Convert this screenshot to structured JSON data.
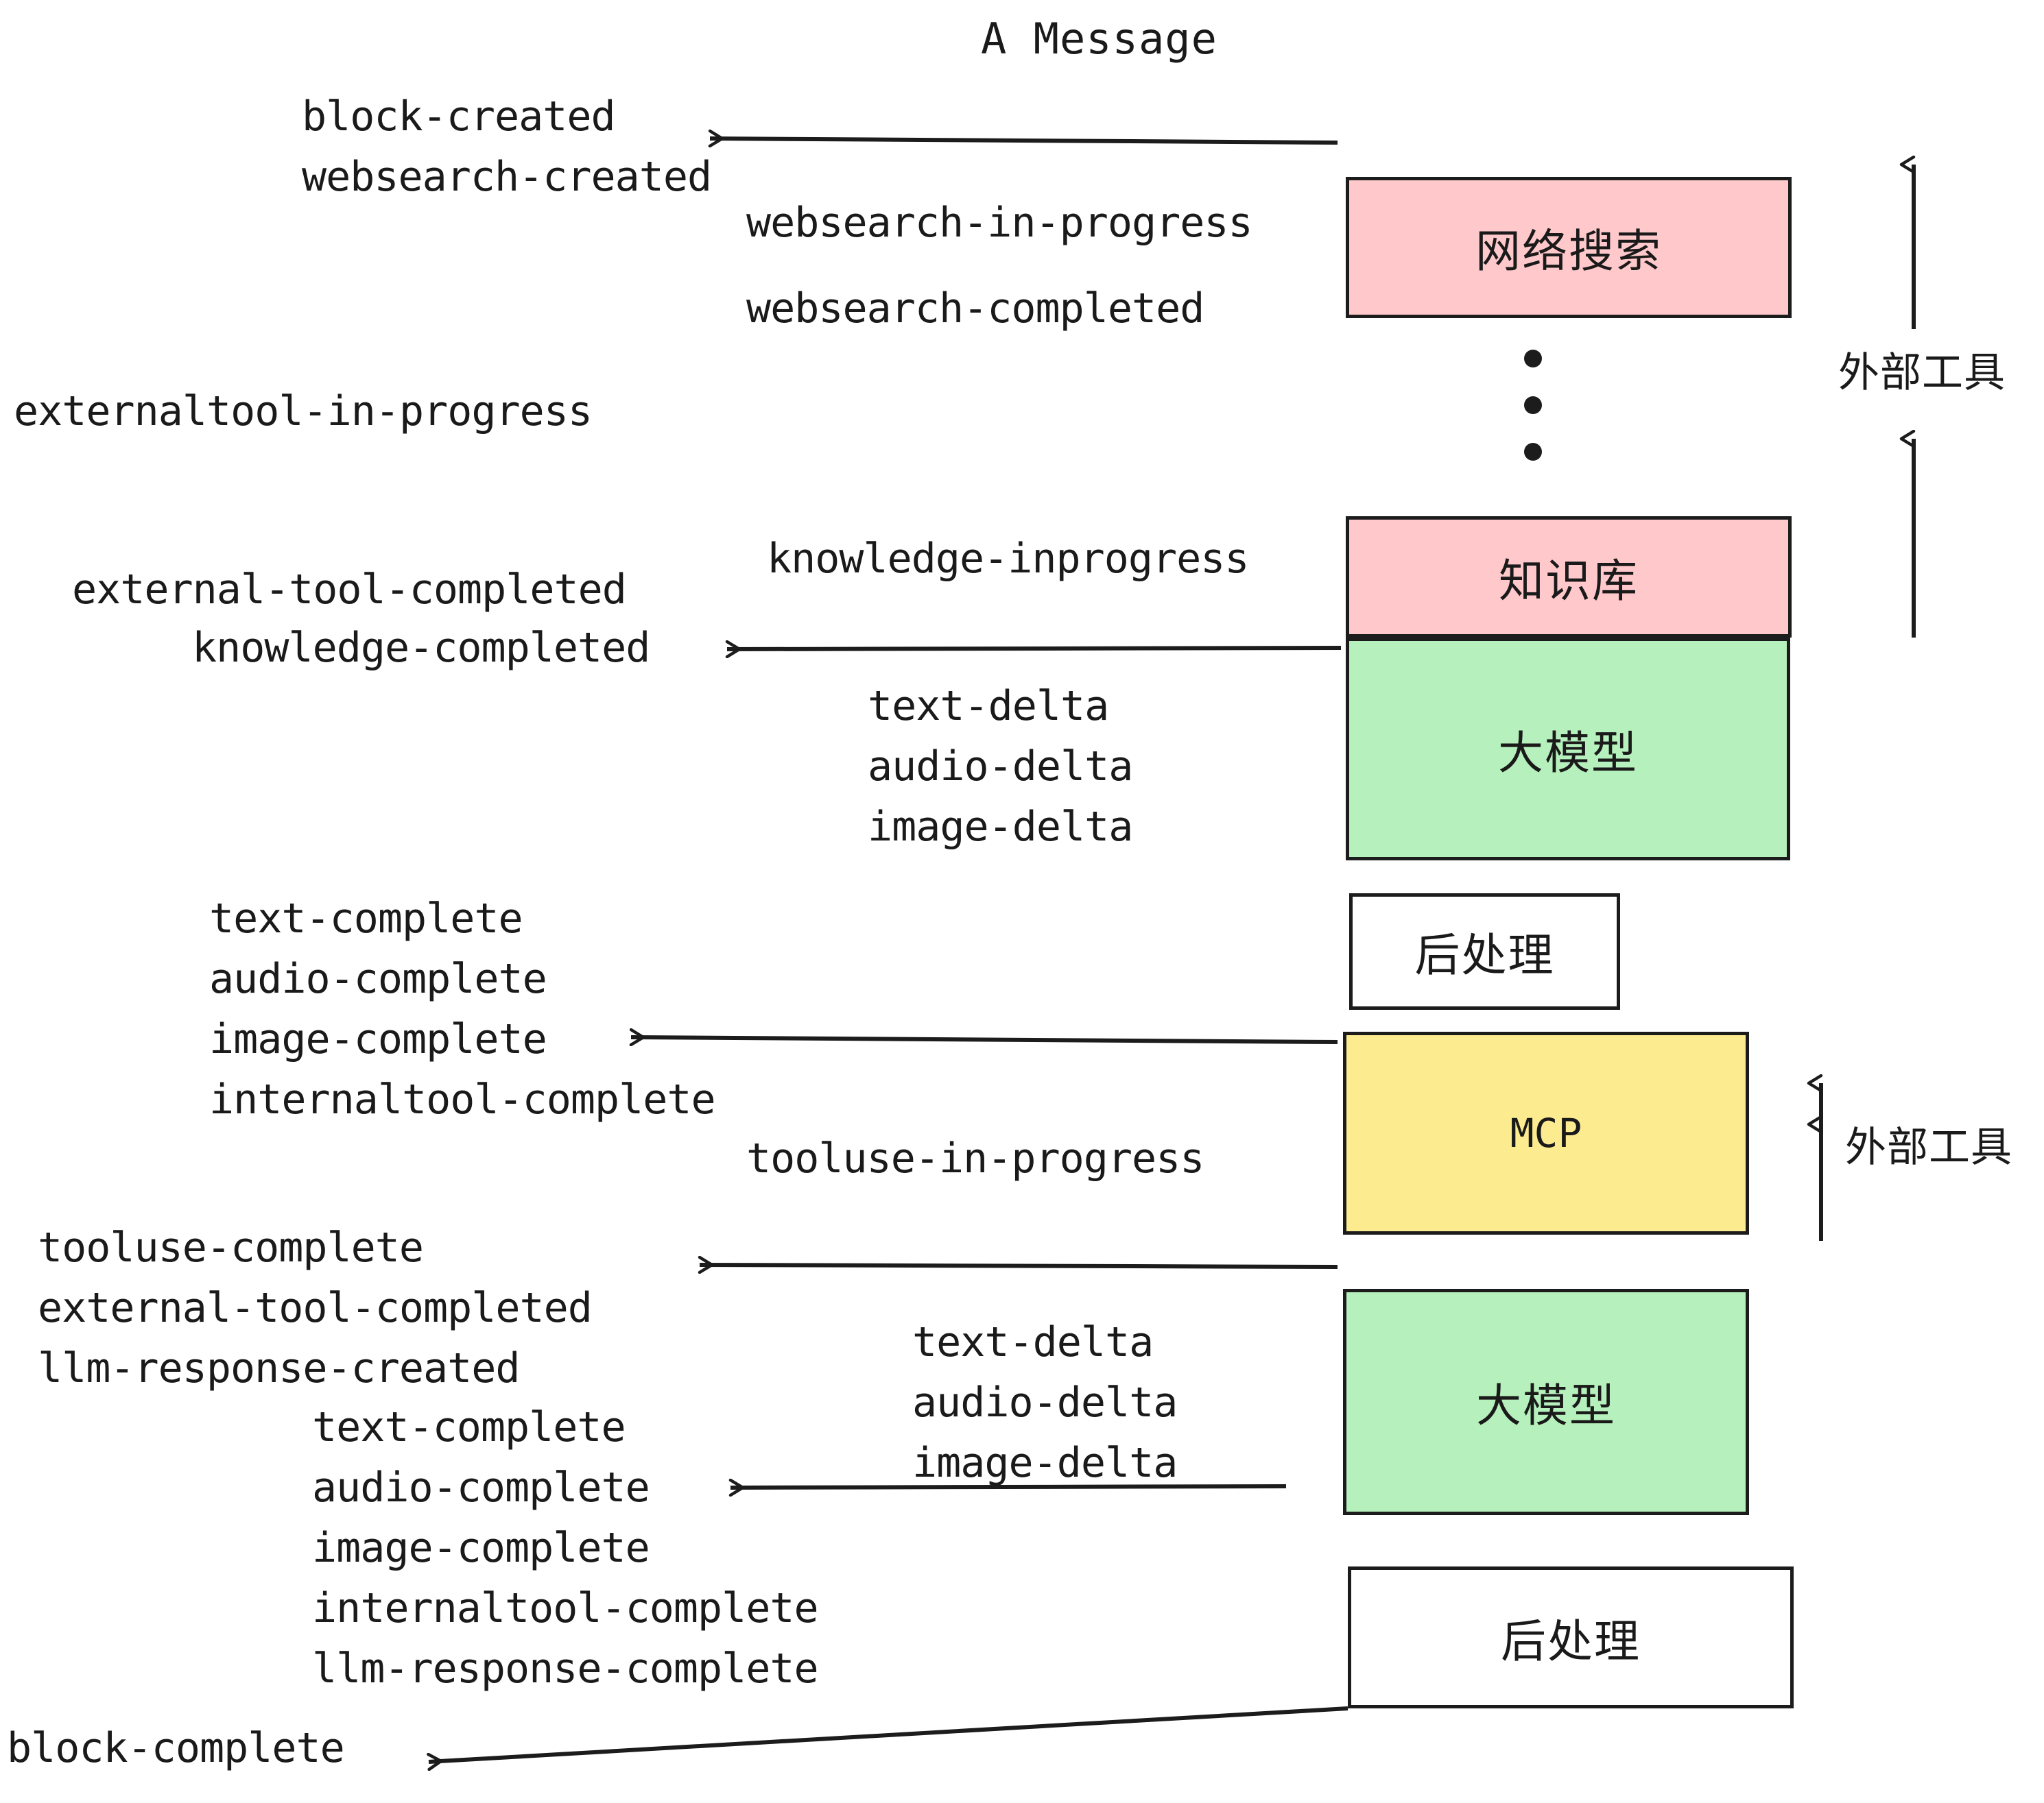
{
  "diagram": {
    "title": "A Message",
    "colors": {
      "pink": "#FFC9CC",
      "green": "#B6F0BC",
      "yellow": "#FDEB8F",
      "white": "#FFFFFF",
      "stroke": "#1C1C1C",
      "text": "#1A1A1A"
    },
    "boxes": [
      {
        "id": "websearch",
        "label": "网络搜索",
        "fill": "pink"
      },
      {
        "id": "knowledgebase",
        "label": "知识库",
        "fill": "pink"
      },
      {
        "id": "llm-1",
        "label": "大模型",
        "fill": "green"
      },
      {
        "id": "postprocess-1",
        "label": "后处理",
        "fill": "white"
      },
      {
        "id": "mcp",
        "label": "MCP",
        "fill": "yellow"
      },
      {
        "id": "llm-2",
        "label": "大模型",
        "fill": "green"
      },
      {
        "id": "postprocess-2",
        "label": "后处理",
        "fill": "white"
      }
    ],
    "side_labels": [
      {
        "id": "external-tools-top",
        "label": "外部工具"
      },
      {
        "id": "external-tools-bottom",
        "label": "外部工具"
      }
    ],
    "events": {
      "block_created": "block-created",
      "websearch_created": "websearch-created",
      "websearch_in_progress": "websearch-in-progress",
      "websearch_completed": "websearch-completed",
      "externaltool_in_progress": "externaltool-in-progress",
      "knowledge_inprogress": "knowledge-inprogress",
      "external_tool_completed_1": "external-tool-completed",
      "knowledge_completed": "knowledge-completed",
      "text_delta_1": "text-delta",
      "audio_delta_1": "audio-delta",
      "image_delta_1": "image-delta",
      "text_complete_1": "text-complete",
      "audio_complete_1": "audio-complete",
      "image_complete_1": "image-complete",
      "internaltool_complete_1": "internaltool-complete",
      "tooluse_in_progress": "tooluse-in-progress",
      "tooluse_complete": "tooluse-complete",
      "external_tool_completed_2": "external-tool-completed",
      "llm_response_created": "llm-response-created",
      "text_delta_2": "text-delta",
      "audio_delta_2": "audio-delta",
      "image_delta_2": "image-delta",
      "text_complete_2": "text-complete",
      "audio_complete_2": "audio-complete",
      "image_complete_2": "image-complete",
      "internaltool_complete_2": "internaltool-complete",
      "llm_response_complete": "llm-response-complete",
      "block_complete": "block-complete"
    }
  }
}
